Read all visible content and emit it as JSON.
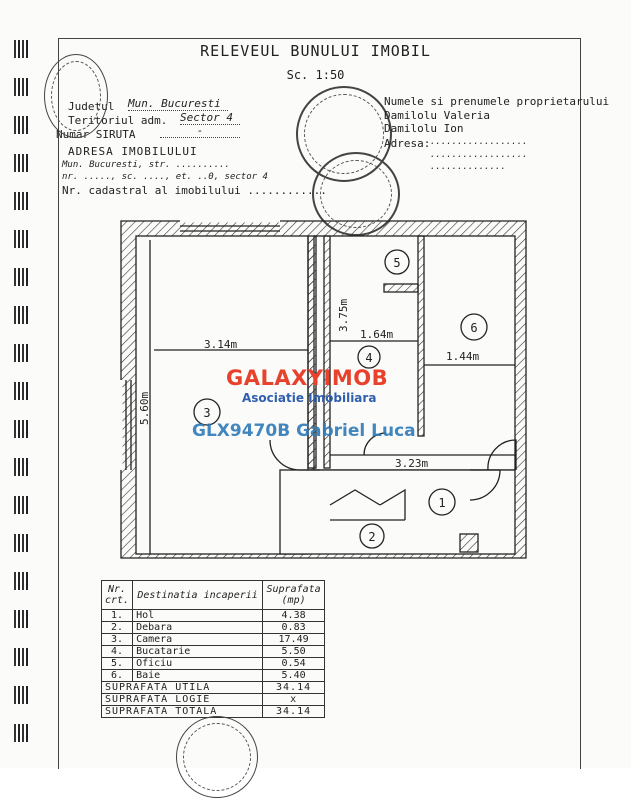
{
  "document": {
    "title": "RELEVEUL BUNULUI IMOBIL",
    "scale": "Sc. 1:50",
    "header_left": {
      "judet_label": "Judetul",
      "judet_value": "Mun. Bucuresti",
      "teritoriu_label": "Teritoriul adm.",
      "teritoriu_value": "Sector 4",
      "numar_label": "Numar SIRUTA",
      "numar_value": "-",
      "adresa_label": "ADRESA IMOBILULUI",
      "adresa_line1": "Mun. Bucuresti, str. ..........",
      "adresa_line2": "nr. ....., sc. ...., et. ..0, sector 4",
      "cadastral_label": "Nr. cadastral al imobilului ............"
    },
    "header_right": {
      "owner_label": "Numele si prenumele proprietarului",
      "owner1": "Damilolu Valeria",
      "owner2": "Damilolu Ion",
      "adresa_label": "Adresa:",
      "adresa_line1": "..................",
      "adresa_line2": "..................",
      "adresa_line3": ".............."
    }
  },
  "plan": {
    "dims": {
      "d1": "3.14m",
      "d2": "5.60m",
      "d3": "3.75m",
      "d4": "1.64m",
      "d5": "1.44m",
      "d6": "3.23m"
    },
    "room_numbers": [
      "1",
      "2",
      "3",
      "4",
      "5",
      "6"
    ]
  },
  "watermark": {
    "brand": "GALAXYIMOB",
    "subtitle": "Asociatie Imobiliara",
    "agent": "GLX9470B Gabriel Luca"
  },
  "room_table": {
    "headers": [
      "Nr. crt.",
      "Destinatia incaperii",
      "Suprafata (mp)"
    ],
    "rows": [
      {
        "nr": "1.",
        "name": "Hol",
        "area": "4.38"
      },
      {
        "nr": "2.",
        "name": "Debara",
        "area": "0.83"
      },
      {
        "nr": "3.",
        "name": "Camera",
        "area": "17.49"
      },
      {
        "nr": "4.",
        "name": "Bucatarie",
        "area": "5.50"
      },
      {
        "nr": "5.",
        "name": "Oficiu",
        "area": "0.54"
      },
      {
        "nr": "6.",
        "name": "Baie",
        "area": "5.40"
      }
    ],
    "totals": [
      {
        "label": "SUPRAFATA UTILA",
        "value": "34.14"
      },
      {
        "label": "SUPRAFATA LOGIE",
        "value": "x"
      },
      {
        "label": "SUPRAFATA TOTALA",
        "value": "34.14"
      }
    ]
  }
}
